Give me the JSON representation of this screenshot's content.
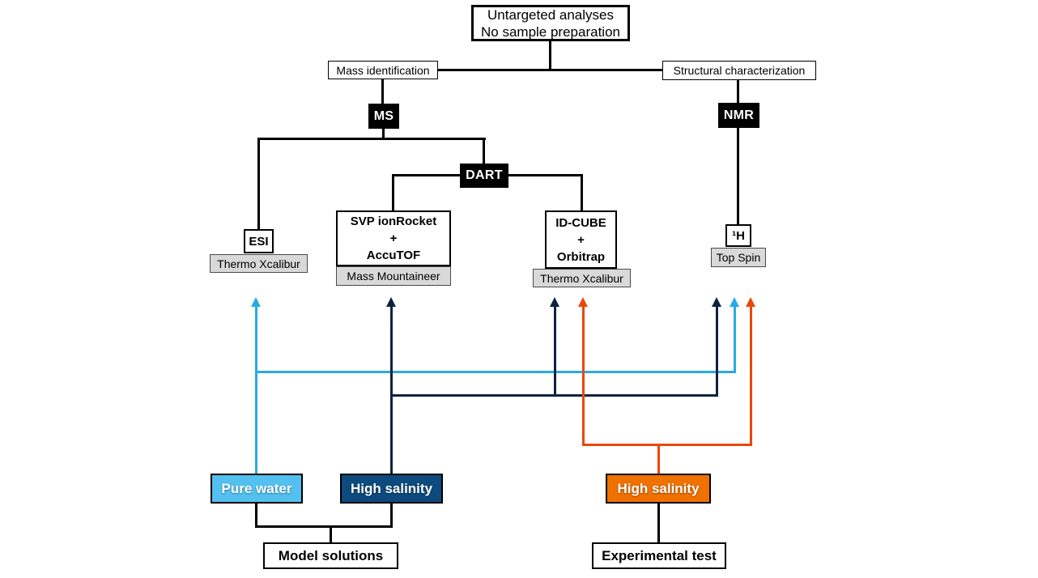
{
  "title_box": {
    "line1": "Untargeted analyses",
    "line2": "No sample preparation"
  },
  "branches": {
    "mass_identification": "Mass identification",
    "structural_characterization": "Structural characterization"
  },
  "methods": {
    "ms": "MS",
    "dart": "DART",
    "nmr": "NMR"
  },
  "instruments": {
    "esi": {
      "name": "ESI",
      "software": "Thermo Xcalibur"
    },
    "svp": {
      "line1": "SVP ionRocket",
      "line2": "+",
      "line3": "AccuTOF",
      "software": "Mass Mountaineer"
    },
    "idcube": {
      "line1": "ID-CUBE",
      "line2": "+",
      "line3": "Orbitrap",
      "software": "Thermo Xcalibur"
    },
    "proton": {
      "name": "¹H",
      "software": "Top Spin"
    }
  },
  "samples": {
    "pure_water": "Pure water",
    "high_salinity_model": "High salinity",
    "high_salinity_exp": "High salinity"
  },
  "bottom": {
    "model_solutions": "Model solutions",
    "experimental_test": "Experimental test"
  },
  "colors": {
    "pure_water_fill": "#53c0f0",
    "navy_fill": "#0d4a7d",
    "orange_fill": "#ef7100",
    "light_blue_line": "#29abe2",
    "navy_line": "#0e2240",
    "orange_line": "#e8480c"
  }
}
